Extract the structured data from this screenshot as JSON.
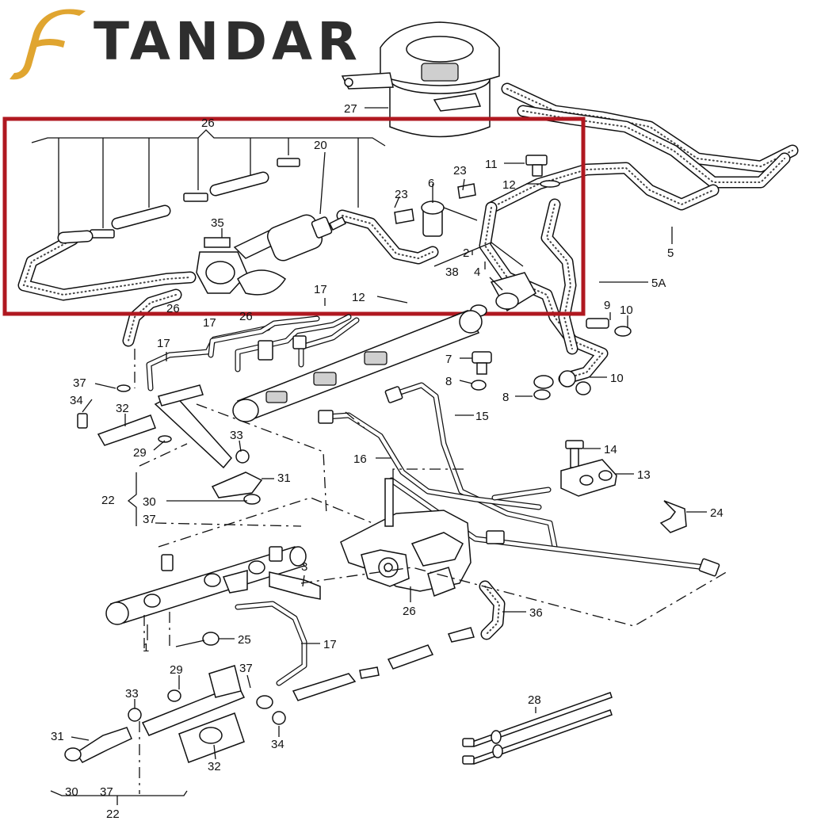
{
  "logo": {
    "text": "TANDAR",
    "accent": "#e0a530",
    "text_color": "#2e2e2e"
  },
  "highlight_color": "#b01820",
  "callouts": {
    "c26_top": "26",
    "c27": "27",
    "c5": "5",
    "c5a": "5A",
    "c20": "20",
    "c11": "11",
    "c12_top": "12",
    "c23_left": "23",
    "c6": "6",
    "c23_right": "23",
    "c35": "35",
    "c2": "2",
    "c38": "38",
    "c4": "4",
    "c17_a": "17",
    "c12_mid": "12",
    "c26_mid": "26",
    "c17_b": "17",
    "c17_c": "17",
    "c26_c": "26",
    "c9": "9",
    "c10_a": "10",
    "c7": "7",
    "c8_a": "8",
    "c8_b": "8",
    "c10_b": "10",
    "c15": "15",
    "c16": "16",
    "c14": "14",
    "c13": "13",
    "c24": "24",
    "c37_a": "37",
    "c34_a": "34",
    "c32_a": "32",
    "c29_a": "29",
    "c33_a": "33",
    "c31_a": "31",
    "c22_a": "22",
    "c30_a": "30",
    "c37_b": "37",
    "c3": "3",
    "c26_pump": "26",
    "c36": "36",
    "c1": "1",
    "c25": "25",
    "c17_d": "17",
    "c29_b": "29",
    "c37_c": "37",
    "c33_b": "33",
    "c31_b": "31",
    "c34_b": "34",
    "c32_b": "32",
    "c28": "28",
    "c30_b": "30",
    "c37_d": "37",
    "c22_b": "22"
  }
}
